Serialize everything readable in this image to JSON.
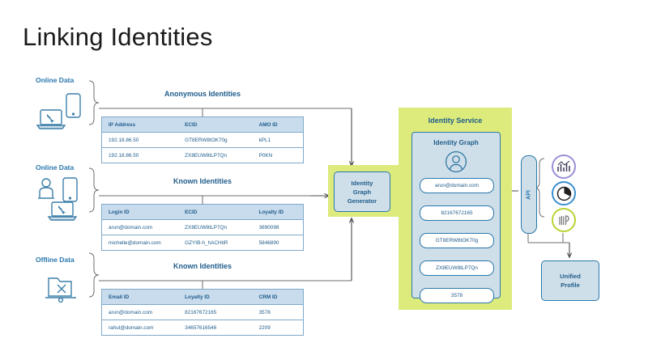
{
  "page": {
    "title": "Linking Identities"
  },
  "sources": [
    {
      "label": "Online Data",
      "icons": [
        "laptop-cursor-icon",
        "smartphone-icon"
      ]
    },
    {
      "label": "Online Data",
      "icons": [
        "person-icon",
        "smartphone-icon",
        "laptop-cursor-icon"
      ]
    },
    {
      "label": "Offline Data",
      "icons": [
        "folder-database-icon"
      ]
    }
  ],
  "tables": [
    {
      "caption": "Anonymous Identities",
      "columns": [
        "IP Address",
        "ECID",
        "AMO ID"
      ],
      "rows": [
        [
          "192.18.86.50",
          "GT8ERW8tOK70g",
          "kPL1"
        ],
        [
          "192.18.86.50",
          "ZX8EUW8tLP7Qn",
          "P0KN"
        ]
      ]
    },
    {
      "caption": "Known Identities",
      "columns": [
        "Login ID",
        "ECID",
        "Loyalty ID"
      ],
      "rows": [
        [
          "arun@domain.com",
          "ZX8EUW8tLP7Qn",
          "3690098"
        ],
        [
          "michelle@domain.com",
          "GZYIB-h_hACHtiR",
          "5846890"
        ]
      ]
    },
    {
      "caption": "Known Identities",
      "columns": [
        "Email ID",
        "Loyalty ID",
        "CRM ID"
      ],
      "rows": [
        [
          "arun@domain.com",
          "82167672165",
          "3578"
        ],
        [
          "rahul@domain.com",
          "34657616546",
          "2209"
        ]
      ]
    }
  ],
  "generator": {
    "line1": "Identity",
    "line2": "Graph",
    "line3": "Generator"
  },
  "identity_service": {
    "title": "Identity Service",
    "graph_title": "Identity Graph",
    "avatar_icon": "user-avatar-icon",
    "chips": [
      "arun@domain.com",
      "82167672165",
      "GT8ERW8tOK70g",
      "ZX8EUW8tLP7Qn",
      "3578"
    ]
  },
  "api": {
    "label": "API"
  },
  "unified_profile": {
    "line1": "Unified",
    "line2": "Profile"
  },
  "consumer_icons": [
    {
      "name": "bar-chart-icon",
      "ring_color": "#9b8fd6"
    },
    {
      "name": "pie-chart-icon",
      "ring_color": "#3a8fd0"
    },
    {
      "name": "brand-glyph-icon",
      "ring_color": "#b8d432"
    }
  ],
  "colors": {
    "accent_green": "#ddeb7c",
    "panel_blue": "#cfdfe9",
    "border_blue": "#2a78ad",
    "text_blue": "#1f5c8b",
    "table_header": "#c9dced",
    "wire_gray": "#6d6d6d"
  }
}
